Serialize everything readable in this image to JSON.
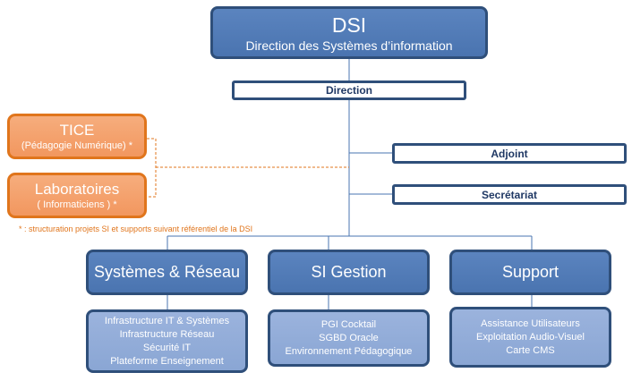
{
  "dsi": {
    "title": "DSI",
    "subtitle": "Direction des Systèmes d’information"
  },
  "direction": {
    "label": "Direction"
  },
  "adjoint": {
    "label": "Adjoint"
  },
  "secretariat": {
    "label": "Secrétariat"
  },
  "tice": {
    "title": "TICE",
    "subtitle": "(Pédagogie Numérique)  *"
  },
  "laboratoires": {
    "title": "Laboratoires",
    "subtitle": "( Informaticiens  ) *"
  },
  "note": "* : structuration projets SI et supports suivant référentiel de la DSI",
  "departments": [
    {
      "name": "Systèmes & Réseau",
      "items": [
        "Infrastructure IT & Systèmes",
        "Infrastructure Réseau",
        "Sécurité IT",
        "Plateforme Enseignement"
      ]
    },
    {
      "name": "SI Gestion",
      "items": [
        "PGI Cocktail",
        "SGBD Oracle",
        "Environnement Pédagogique"
      ]
    },
    {
      "name": "Support",
      "items": [
        "Assistance Utilisateurs",
        "Exploitation Audio-Visuel",
        "Carte CMS"
      ]
    }
  ],
  "colors": {
    "dark_blue": "#4a74b0",
    "border_blue": "#2f4f7a",
    "light_blue": "#8aa6d4",
    "orange": "#f2975f",
    "orange_border": "#e0751c"
  }
}
